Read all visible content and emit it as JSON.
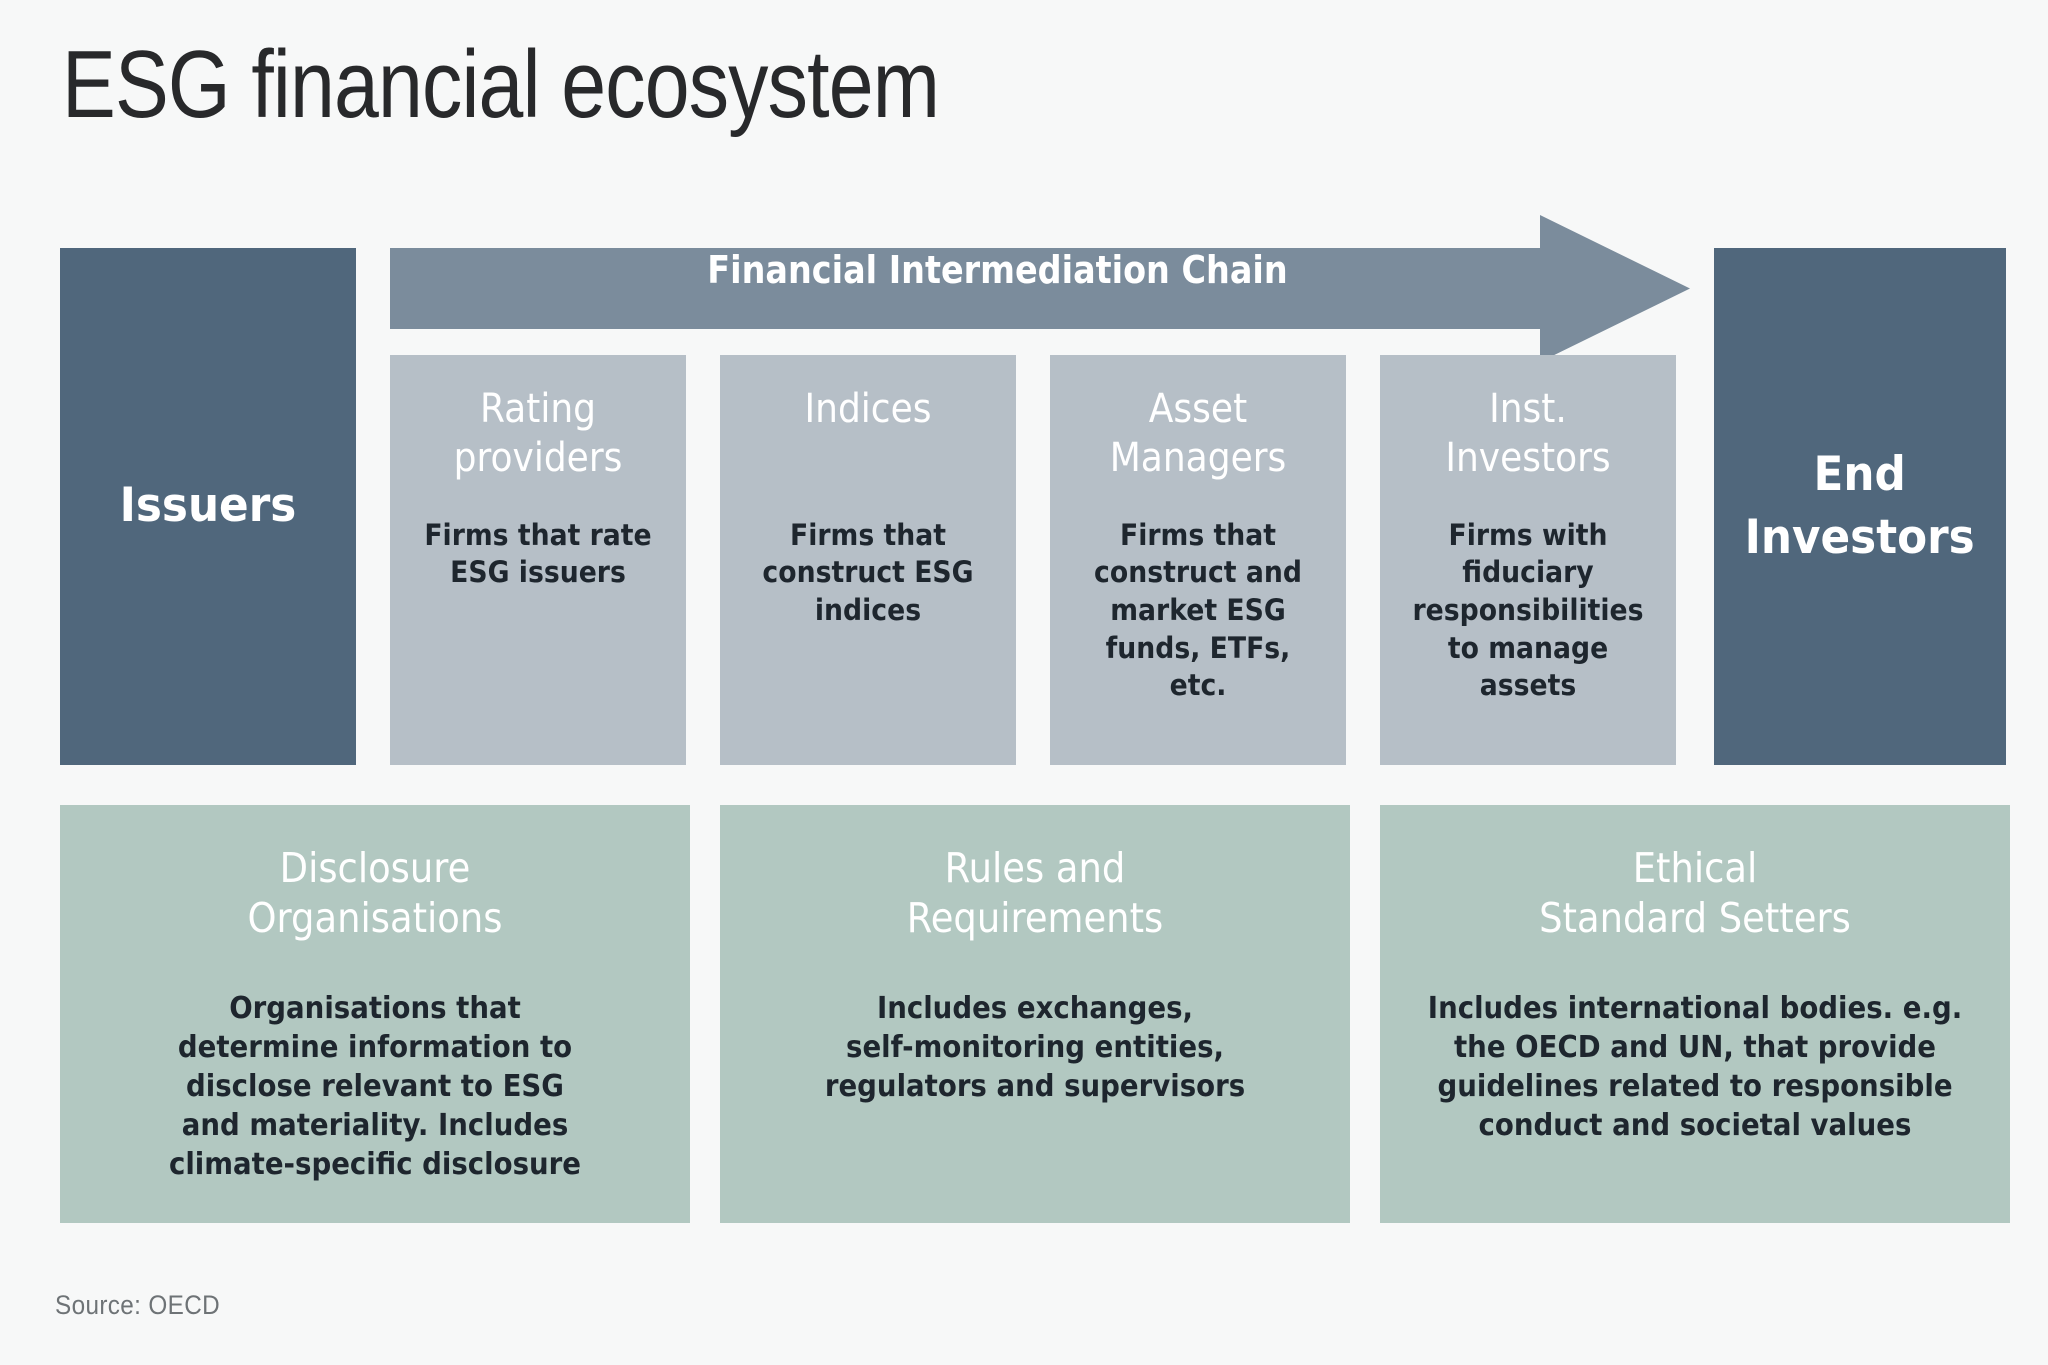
{
  "page": {
    "title": "ESG financial ecosystem",
    "source_note": "Source: OECD",
    "background_color": "#F7F8F8"
  },
  "colors": {
    "dark_panel": "#50677C",
    "arrow": "#7B8C9C",
    "chain_box": "#B6BFC7",
    "support_box": "#B2C8C1",
    "title_text": "#28292B",
    "body_text": "#1E262E",
    "heading_text": "#FFFFFF",
    "source_text": "#6E7376"
  },
  "endpoints": {
    "left": {
      "label": "Issuers"
    },
    "right": {
      "label": "End\nInvestors",
      "line1": "End",
      "line2": "Investors"
    }
  },
  "arrow": {
    "label": "Financial Intermediation Chain",
    "direction": "right"
  },
  "chain_boxes": [
    {
      "title": "Rating\nproviders",
      "title_line1": "Rating",
      "title_line2": "providers",
      "desc": "Firms that rate\nESG issuers"
    },
    {
      "title": "Indices",
      "title_line1": "Indices",
      "title_line2": "",
      "desc": "Firms that\nconstruct ESG\nindices"
    },
    {
      "title": "Asset\nManagers",
      "title_line1": "Asset",
      "title_line2": "Managers",
      "desc": "Firms that\nconstruct and\nmarket ESG\nfunds, ETFs,\netc."
    },
    {
      "title": "Inst.\nInvestors",
      "title_line1": "Inst.",
      "title_line2": "Investors",
      "desc": "Firms with\nfiduciary\nresponsibilities\nto manage\nassets"
    }
  ],
  "support_boxes": [
    {
      "title": "Disclosure\nOrganisations",
      "desc": "Organisations that\ndetermine information to\ndisclose relevant to ESG\nand materiality. Includes\nclimate-specific disclosure"
    },
    {
      "title": "Rules and\nRequirements",
      "desc": "Includes exchanges,\nself-monitoring entities,\nregulators and supervisors"
    },
    {
      "title": "Ethical\nStandard Setters",
      "desc": "Includes international bodies. e.g.\nthe OECD and UN, that provide\nguidelines related to responsible\nconduct and societal values"
    }
  ]
}
